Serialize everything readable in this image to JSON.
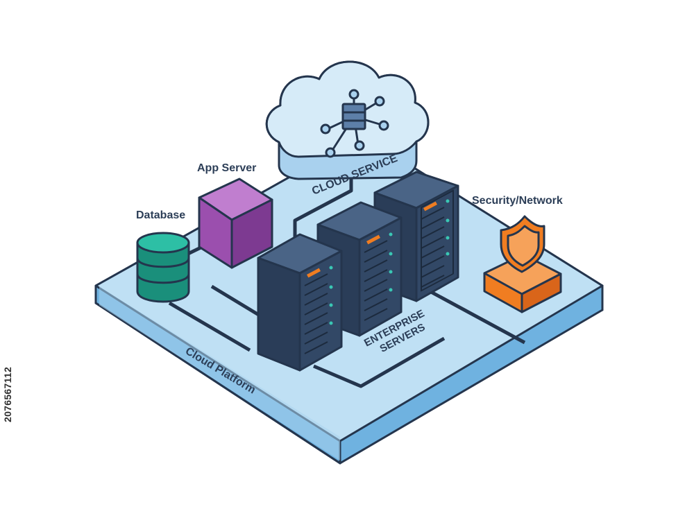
{
  "labels": {
    "cloud_service": "CLOUD SERVICE",
    "app_server": "App Server",
    "database": "Database",
    "security_network": "Security/Network",
    "enterprise_line1": "ENTERPRISE",
    "enterprise_line2": "SERVERS",
    "platform": "Cloud Platform"
  },
  "stock_id": "207656711​2",
  "colors": {
    "outline": "#24354d",
    "platform_top": "#bfe0f4",
    "platform_side": "#6fb2e0",
    "cloud": "#cfe6f6",
    "app_server": "#9b4fae",
    "database": "#1fa58e",
    "security": "#f07d21",
    "server": "#324866",
    "led_orange": "#f07d21",
    "led_teal": "#3ac7b4"
  },
  "icons": [
    "cloud-icon",
    "network-hub-icon",
    "database-icon",
    "app-server-cube-icon",
    "shield-icon",
    "server-rack-icon"
  ]
}
